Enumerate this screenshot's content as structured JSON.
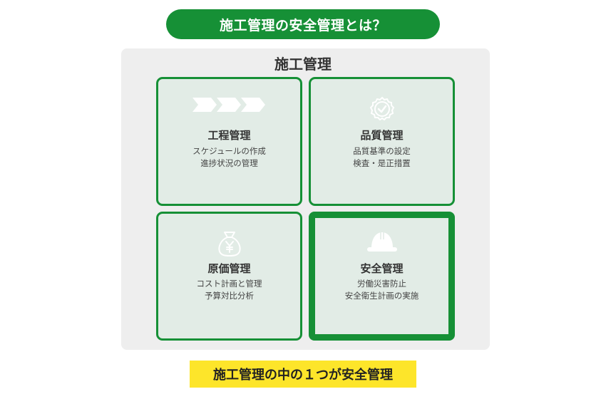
{
  "header": {
    "title": "施工管理の安全管理とは？"
  },
  "panel": {
    "title": "施工管理"
  },
  "cards": [
    {
      "title": "工程管理",
      "lines": [
        "スケジュールの作成",
        "進捗状況の管理"
      ],
      "icon": "chevron-arrows-icon",
      "highlighted": false
    },
    {
      "title": "品質管理",
      "lines": [
        "品質基準の設定",
        "検査・是正措置"
      ],
      "icon": "quality-badge-icon",
      "highlighted": false
    },
    {
      "title": "原価管理",
      "lines": [
        "コスト計画と管理",
        "予算対比分析"
      ],
      "icon": "money-bag-icon",
      "highlighted": false
    },
    {
      "title": "安全管理",
      "lines": [
        "労働災害防止",
        "安全衛生計画の実施"
      ],
      "icon": "hard-hat-icon",
      "highlighted": true
    }
  ],
  "footer": {
    "note": "施工管理の中の１つが安全管理"
  },
  "colors": {
    "accent_green": "#169036",
    "card_fill": "#e2ece6",
    "panel_bg": "#eeeeee",
    "highlight_yellow": "#fde52a"
  }
}
